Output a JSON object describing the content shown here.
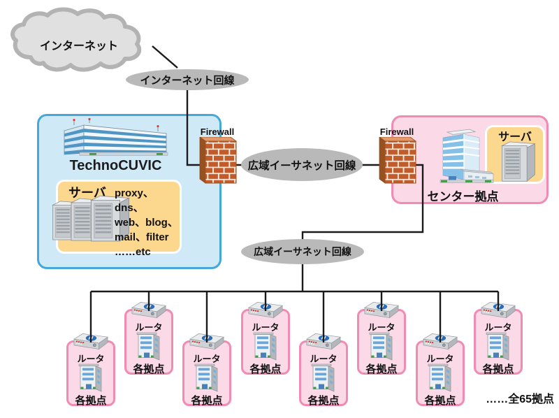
{
  "cloud": {
    "label": "インターネット"
  },
  "links": {
    "internet_line": "インターネット回線",
    "wan_line_upper": "広域イーサネット回線",
    "wan_line_lower": "広域イーサネット回線"
  },
  "hq": {
    "name": "TechnoCUVIC",
    "server_box": {
      "title": "サーバ",
      "lines": [
        "proxy、dns、",
        "web、blog、",
        "mail、filter",
        "……etc"
      ]
    }
  },
  "firewalls": [
    {
      "label": "Firewall"
    },
    {
      "label": "Firewall"
    }
  ],
  "center_site": {
    "name": "センター拠点",
    "server_box": {
      "title": "サーバ"
    }
  },
  "sites": [
    {
      "router_label": "ルータ",
      "name": "各拠点"
    },
    {
      "router_label": "ルータ",
      "name": "各拠点"
    },
    {
      "router_label": "ルータ",
      "name": "各拠点"
    },
    {
      "router_label": "ルータ",
      "name": "各拠点"
    },
    {
      "router_label": "ルータ",
      "name": "各拠点"
    },
    {
      "router_label": "ルータ",
      "name": "各拠点"
    },
    {
      "router_label": "ルータ",
      "name": "各拠点"
    },
    {
      "router_label": "ルータ",
      "name": "各拠点"
    }
  ],
  "footer": {
    "total_label": "……全65拠点"
  },
  "colors": {
    "line": "#1a1a1a",
    "ellipse_fill": "#b9b9b9",
    "hq_box_fill": "#cfe9f7",
    "hq_box_border": "#46a7d9",
    "server_box_fill": "#fcd88f",
    "site_box_fill": "#fbd9e7",
    "site_box_border": "#f08cb4",
    "brick": "#c15b29"
  }
}
